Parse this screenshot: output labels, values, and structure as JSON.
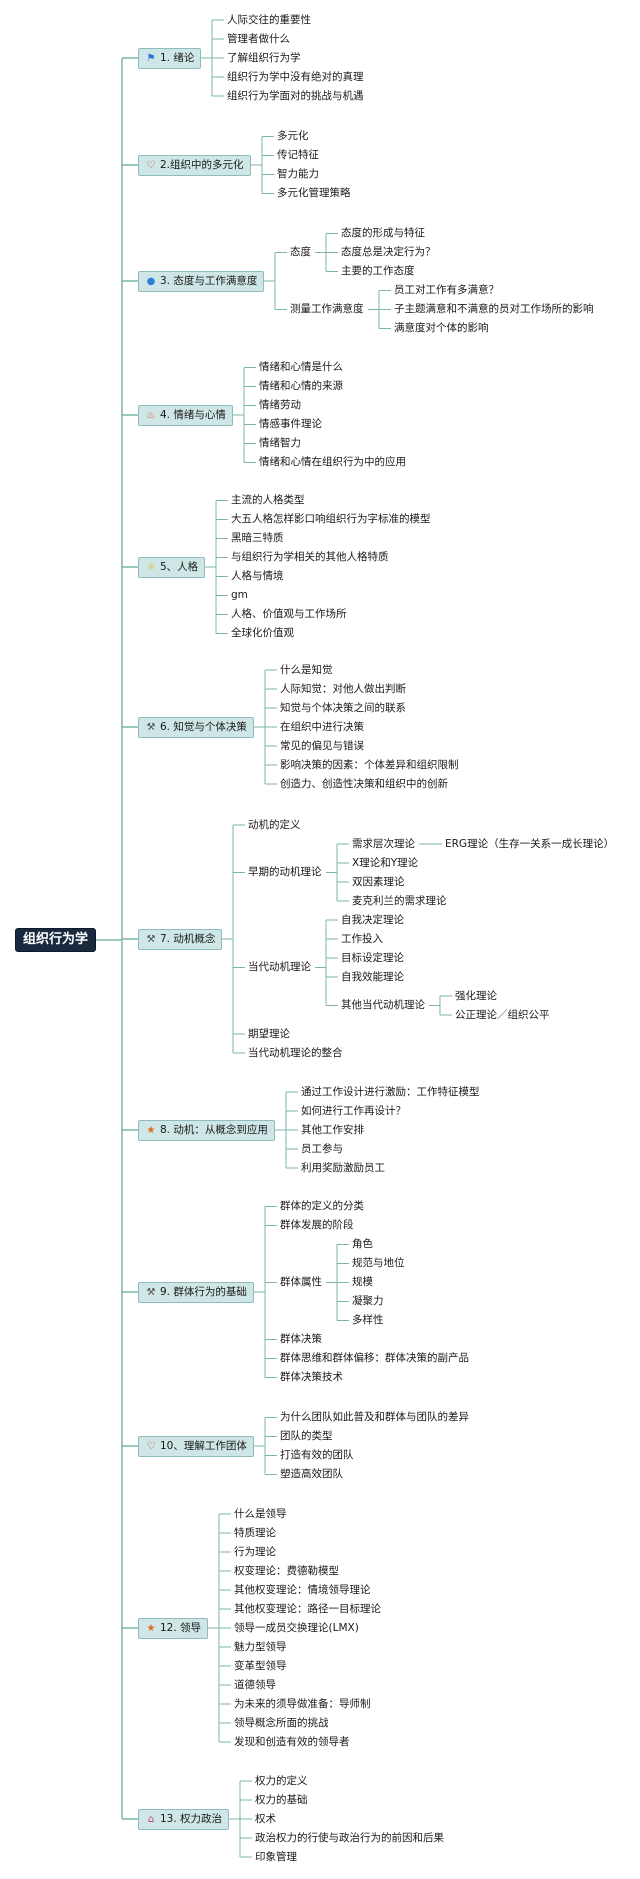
{
  "colors": {
    "line": "#7db5a8",
    "root_bg": "#1a2a3e",
    "branch_bg": "#cfe6e6",
    "branch_border": "#8fbcbc"
  },
  "root": {
    "label": "组织行为学"
  },
  "branches": [
    {
      "id": "b1",
      "label": "1. 绪论",
      "icon": "flag-icon",
      "glyph": "⚑",
      "glyph_color": "#2a6fd6",
      "children": [
        {
          "label": "人际交往的重要性"
        },
        {
          "label": "管理者做什么"
        },
        {
          "label": "了解组织行为学"
        },
        {
          "label": "组织行为学中没有绝对的真理"
        },
        {
          "label": "组织行为学面对的挑战与机遇"
        }
      ]
    },
    {
      "id": "b2",
      "label": "2.组织中的多元化",
      "icon": "heart-icon",
      "glyph": "♡",
      "glyph_color": "#d23a3a",
      "children": [
        {
          "label": "多元化"
        },
        {
          "label": "传记特征"
        },
        {
          "label": "智力能力"
        },
        {
          "label": "多元化管理策略"
        }
      ]
    },
    {
      "id": "b3",
      "label": "3. 态度与工作满意度",
      "icon": "drop-icon",
      "glyph": "●",
      "glyph_color": "#2f7fd6",
      "children": [
        {
          "label": "态度",
          "children": [
            {
              "label": "态度的形成与特征"
            },
            {
              "label": "态度总是决定行为？"
            },
            {
              "label": "主要的工作态度"
            }
          ]
        },
        {
          "label": "测量工作满意度",
          "children": [
            {
              "label": "员工对工作有多满意？"
            },
            {
              "label": "子主题满意和不满意的员对工作场所的影响"
            },
            {
              "label": "满意度对个体的影响"
            }
          ]
        }
      ]
    },
    {
      "id": "b4",
      "label": "4. 情绪与心情",
      "icon": "flame-icon",
      "glyph": "♨",
      "glyph_color": "#e04a1a",
      "children": [
        {
          "label": "情绪和心情是什么"
        },
        {
          "label": "情绪和心情的来源"
        },
        {
          "label": "情绪劳动"
        },
        {
          "label": "情感事件理论"
        },
        {
          "label": "情绪智力"
        },
        {
          "label": "情绪和心情在组织行为中的应用"
        }
      ]
    },
    {
      "id": "b5",
      "label": "5、人格",
      "icon": "sun-icon",
      "glyph": "☼",
      "glyph_color": "#e0b020",
      "children": [
        {
          "label": "主流的人格类型"
        },
        {
          "label": "大五人格怎样影口响组织行为字标准的模型"
        },
        {
          "label": "黑暗三特质"
        },
        {
          "label": "与组织行为学相关的其他人格特质"
        },
        {
          "label": "人格与情境"
        },
        {
          "label": "gm"
        },
        {
          "label": "人格、价值观与工作场所"
        },
        {
          "label": "全球化价值观"
        }
      ]
    },
    {
      "id": "b6",
      "label": "6. 知觉与个体决策",
      "icon": "tools-icon",
      "glyph": "⚒",
      "glyph_color": "#4a4a4a",
      "children": [
        {
          "label": "什么是知觉"
        },
        {
          "label": "人际知觉：对他人做出判断"
        },
        {
          "label": "知觉与个体决策之间的联系"
        },
        {
          "label": "在组织中进行决策"
        },
        {
          "label": "常见的偏见与错误"
        },
        {
          "label": "影响决策的因素：个体差异和组织限制"
        },
        {
          "label": "创造力、创造性决策和组织中的创新"
        }
      ]
    },
    {
      "id": "b7",
      "label": "7. 动机概念",
      "icon": "tools-icon",
      "glyph": "⚒",
      "glyph_color": "#4a4a4a",
      "children": [
        {
          "label": "动机的定义"
        },
        {
          "label": "早期的动机理论",
          "children": [
            {
              "label": "需求层次理论",
              "children": [
                {
                  "label": "ERG理论（生存一关系一成长理论）"
                }
              ]
            },
            {
              "label": "X理论和Y理论"
            },
            {
              "label": "双因素理论"
            },
            {
              "label": "麦克利兰的需求理论"
            }
          ]
        },
        {
          "label": "当代动机理论",
          "children": [
            {
              "label": "自我决定理论"
            },
            {
              "label": "工作投入"
            },
            {
              "label": "目标设定理论"
            },
            {
              "label": "自我效能理论"
            },
            {
              "label": "其他当代动机理论",
              "children": [
                {
                  "label": "强化理论"
                },
                {
                  "label": "公正理论／组织公平"
                }
              ]
            }
          ]
        },
        {
          "label": "期望理论"
        },
        {
          "label": "当代动机理论的整合"
        }
      ]
    },
    {
      "id": "b8",
      "label": "8. 动机：从概念到应用",
      "icon": "star-icon",
      "glyph": "★",
      "glyph_color": "#e06a20",
      "children": [
        {
          "label": "通过工作设计进行激励：工作特征模型"
        },
        {
          "label": "如何进行工作再设计？"
        },
        {
          "label": "其他工作安排"
        },
        {
          "label": "员工参与"
        },
        {
          "label": "利用奖励激励员工"
        }
      ]
    },
    {
      "id": "b9",
      "label": "9. 群体行为的基础",
      "icon": "tools-icon",
      "glyph": "⚒",
      "glyph_color": "#4a4a4a",
      "children": [
        {
          "label": "群体的定义的分类"
        },
        {
          "label": "群体发展的阶段"
        },
        {
          "label": "群体属性",
          "children": [
            {
              "label": "角色"
            },
            {
              "label": "规范与地位"
            },
            {
              "label": "规模"
            },
            {
              "label": "凝聚力"
            },
            {
              "label": "多样性"
            }
          ]
        },
        {
          "label": "群体决策"
        },
        {
          "label": "群体思维和群体偏移：群体决策的副产品"
        },
        {
          "label": "群体决策技术"
        }
      ]
    },
    {
      "id": "b10",
      "label": "10、理解工作团体",
      "icon": "heart-icon",
      "glyph": "♡",
      "glyph_color": "#d23a3a",
      "children": [
        {
          "label": "为什么团队如此普及和群体与团队的差异"
        },
        {
          "label": "团队的类型"
        },
        {
          "label": "打造有效的团队"
        },
        {
          "label": "塑造高效团队"
        }
      ]
    },
    {
      "id": "b12",
      "label": "12. 领导",
      "icon": "star-icon",
      "glyph": "★",
      "glyph_color": "#e06a20",
      "children": [
        {
          "label": "什么是领导"
        },
        {
          "label": "特质理论"
        },
        {
          "label": "行为理论"
        },
        {
          "label": "权变理论：费德勒模型"
        },
        {
          "label": "其他权变理论：情境领导理论"
        },
        {
          "label": "其他权变理论：路径一目标理论"
        },
        {
          "label": "领导一成员交换理论(LMX)"
        },
        {
          "label": "魅力型领导"
        },
        {
          "label": "变革型领导"
        },
        {
          "label": "道德领导"
        },
        {
          "label": "为未来的须导做准备：导师制"
        },
        {
          "label": "领导概念所面的挑战"
        },
        {
          "label": "发现和创造有效的领导者"
        }
      ]
    },
    {
      "id": "b13",
      "label": "13. 权力政治",
      "icon": "house-icon",
      "glyph": "⌂",
      "glyph_color": "#c03a7a",
      "children": [
        {
          "label": "权力的定义"
        },
        {
          "label": "权力的基础"
        },
        {
          "label": "权术"
        },
        {
          "label": "政治权力的行使与政治行为的前因和后果"
        },
        {
          "label": "印象管理"
        }
      ]
    }
  ]
}
